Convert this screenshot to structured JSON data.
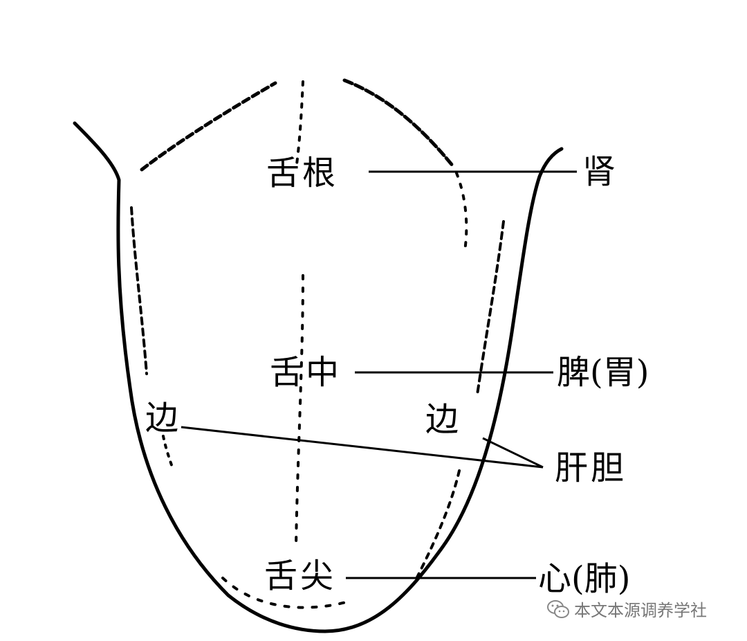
{
  "labels": {
    "root": "舌根",
    "kidney": "肾",
    "center": "舌中",
    "spleen": "脾(胃)",
    "edge_left": "边",
    "edge_right": "边",
    "liver": "肝胆",
    "tip": "舌尖",
    "heart": "心(肺)"
  },
  "watermark": {
    "text": "本文本源调养学社",
    "icon": "wechat-icon"
  },
  "colors": {
    "ink": "#000000",
    "background": "#ffffff",
    "watermark": "#777777"
  }
}
